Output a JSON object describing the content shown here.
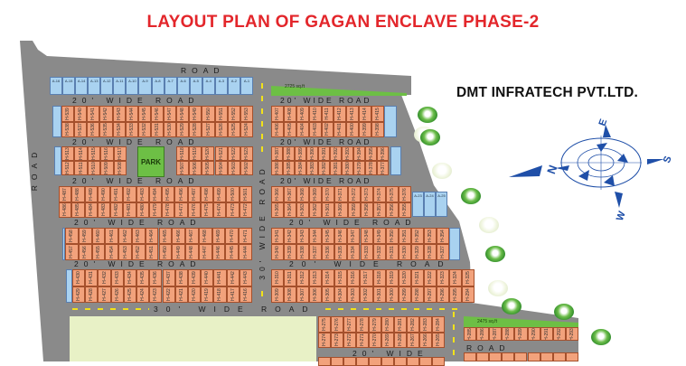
{
  "title": "LAYOUT PLAN OF GAGAN ENCLAVE PHASE-2",
  "company": "DMT INFRATECH PVT.LTD.",
  "compass": {
    "north": "N",
    "east": "E",
    "south": "S",
    "west": "W"
  },
  "roads": {
    "top": "ROAD",
    "left": "ROAD",
    "r1_left": "20' WIDE ROAD",
    "r1_right": "20' WIDE ROAD",
    "r2_left": "20' WIDE ROAD",
    "r2_right": "20' WIDE ROAD",
    "r3_left": "20' WIDE ROAD",
    "r3_right": "20' WIDE ROAD",
    "r4_left": "20' WIDE ROAD",
    "r4_right": "20' WIDE ROAD",
    "r5_left": "20' WIDE ROAD",
    "r5_right": "20' WIDE ROAD",
    "r6": "30' WIDE ROAD",
    "vertical": "30' WIDE ROAD",
    "r7_left": "20' WIDE",
    "r7_right": "ROAD"
  },
  "park_label": "PARK",
  "green_areas": {
    "top": "2725 sq.ft",
    "lower": "2475 sq.ft"
  },
  "a_plots": [
    "A-16",
    "A-15",
    "A-14",
    "A-13",
    "A-12",
    "A-11",
    "A-10",
    "A-9",
    "A-8",
    "A-7",
    "A-6",
    "A-5",
    "A-4",
    "A-3",
    "A-2",
    "A-1"
  ],
  "a_plots_right": [
    "A-23",
    "A-24",
    "A-25"
  ],
  "blocks": {
    "b1L": {
      "top": [
        539,
        553
      ],
      "bottom": [
        538,
        524
      ]
    },
    "b1R": {
      "top": [
        407,
        415
      ],
      "bottom": [
        406,
        398
      ]
    },
    "b2La": {
      "top": [
        513,
        517
      ],
      "bottom": [
        512,
        508
      ]
    },
    "b2Lb": {
      "top": [
        518,
        523
      ],
      "bottom": [
        507,
        502
      ]
    },
    "b2R": {
      "top": [
        387,
        396
      ],
      "bottom": [
        386,
        377
      ]
    },
    "b3L": {
      "top": [
        487,
        501
      ],
      "bottom": [
        486,
        472
      ]
    },
    "b3R": {
      "top": [
        366,
        376
      ],
      "bottom": [
        365,
        355
      ]
    },
    "b4L": {
      "top": [
        458,
        471
      ],
      "bottom": [
        457,
        444
      ]
    },
    "b4R": {
      "top": [
        341,
        354
      ],
      "bottom": [
        340,
        327
      ]
    },
    "b5L": {
      "top": [
        430,
        443
      ],
      "bottom": [
        429,
        416
      ]
    },
    "b5R": {
      "top": [
        310,
        325
      ],
      "bottom": [
        309,
        294
      ]
    },
    "b6": {
      "top": [
        275,
        284
      ],
      "bottom": [
        274,
        265
      ]
    },
    "b8": {
      "top": [
        285,
        293
      ],
      "bottom": []
    }
  },
  "colors": {
    "title": "#e3262b",
    "road": "#8a8a8a",
    "plot": "#f2a27c",
    "a_plot": "#a9d2f0",
    "green": "#6dbf45",
    "compass": "#1f4fa8"
  }
}
